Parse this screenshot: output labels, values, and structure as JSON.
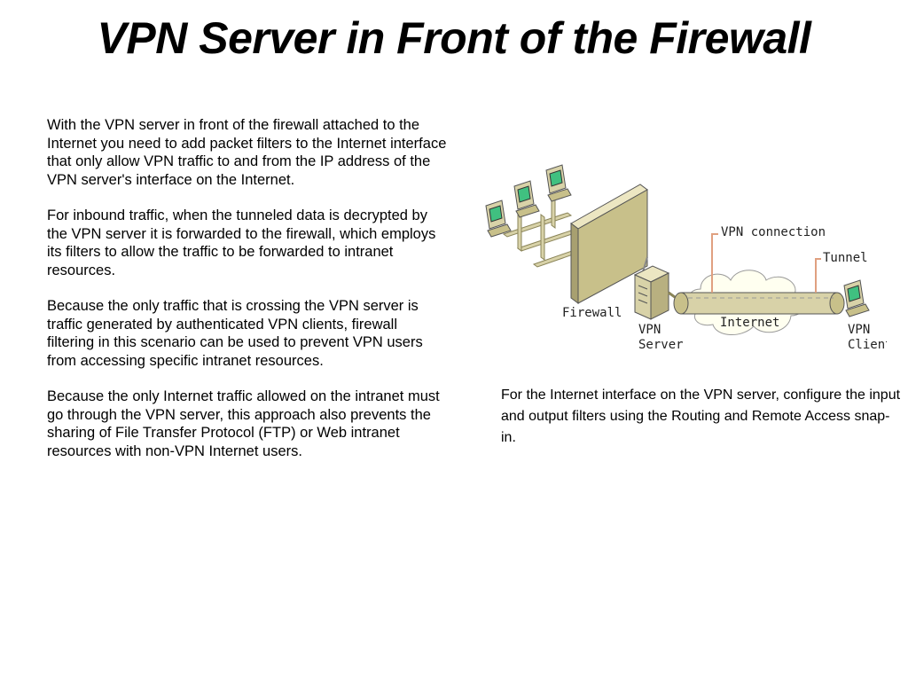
{
  "slide": {
    "title": "VPN Server in Front of the Firewall",
    "paragraphs": [
      "With the VPN server in front of the firewall attached to the Internet you need to add packet filters to the Internet interface that only allow VPN traffic to and from the IP address of the VPN server's interface on the Internet.",
      "For inbound traffic, when the tunneled data is decrypted by the VPN server it is forwarded to the firewall, which employs its filters to allow the traffic to be forwarded to intranet resources.",
      "Because the only traffic that is crossing the VPN server is traffic generated by authenticated VPN clients, firewall filtering in this scenario can be used to prevent VPN users from accessing specific intranet resources.",
      "Because the only Internet traffic allowed on the intranet must go through the VPN server, this approach also prevents the sharing of File Transfer Protocol (FTP) or Web intranet resources with non-VPN Internet users."
    ],
    "caption": " For the Internet interface on the VPN server, configure the input and output filters using the Routing and Remote Access snap-in."
  },
  "diagram": {
    "labels": {
      "vpn_connection": "VPN connection",
      "tunnel": "Tunnel",
      "firewall": "Firewall",
      "internet": "Internet",
      "vpn_server_line1": "VPN",
      "vpn_server_line2": "Server",
      "vpn_client_line1": "VPN",
      "vpn_client_line2": "Client"
    },
    "colors": {
      "beige": "#d8d2a8",
      "tan": "#c8c08a",
      "orange": "#e0a080",
      "cloud": "#fffff0",
      "screen": "#40c080"
    },
    "icons": [
      "computer-icon",
      "firewall-wall",
      "server-tower-icon",
      "internet-cloud",
      "tunnel-pipe"
    ]
  }
}
